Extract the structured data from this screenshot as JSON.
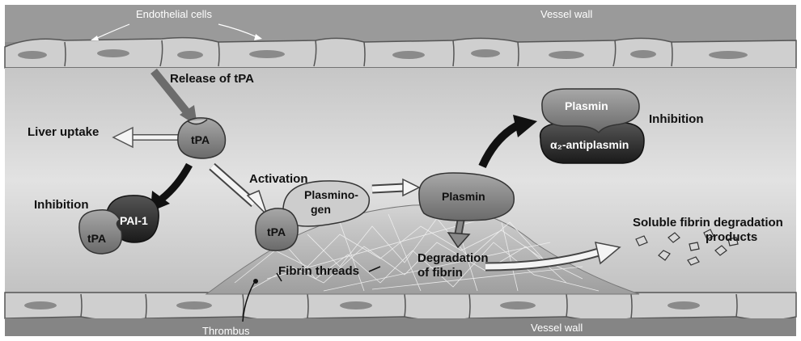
{
  "labels": {
    "endothelial_cells": "Endothelial cells",
    "vessel_wall_top": "Vessel wall",
    "vessel_wall_bottom": "Vessel wall",
    "release_of_tpa": "Release of tPA",
    "liver_uptake": "Liver uptake",
    "inhibition_left": "Inhibition",
    "activation": "Activation",
    "inhibition_right": "Inhibition",
    "soluble_products_line1": "Soluble fibrin degradation",
    "soluble_products_line2": "products",
    "degradation_line1": "Degradation",
    "degradation_line2": "of fibrin",
    "fibrin_threads": "Fibrin threads",
    "thrombus": "Thrombus"
  },
  "molecules": {
    "tpa_free": "tPA",
    "pai1": "PAI-1",
    "tpa_inhibited": "tPA",
    "plasminogen_line1": "Plasmino-",
    "plasminogen_line2": "gen",
    "tpa_bound": "tPA",
    "plasmin_center": "Plasmin",
    "plasmin_top": "Plasmin",
    "antiplasmin": "α₂-antiplasmin"
  },
  "colors": {
    "lumen": "#dcdcdc",
    "wall": "#6f6f6f",
    "cell": "#c9c9c9",
    "thrombus": "#bcbcbc",
    "molecule": "#8a8a8a",
    "dark_molecule": "#2a2a2a",
    "arrow_dark": "#111111",
    "arrow_hollow": "#ffffff"
  }
}
